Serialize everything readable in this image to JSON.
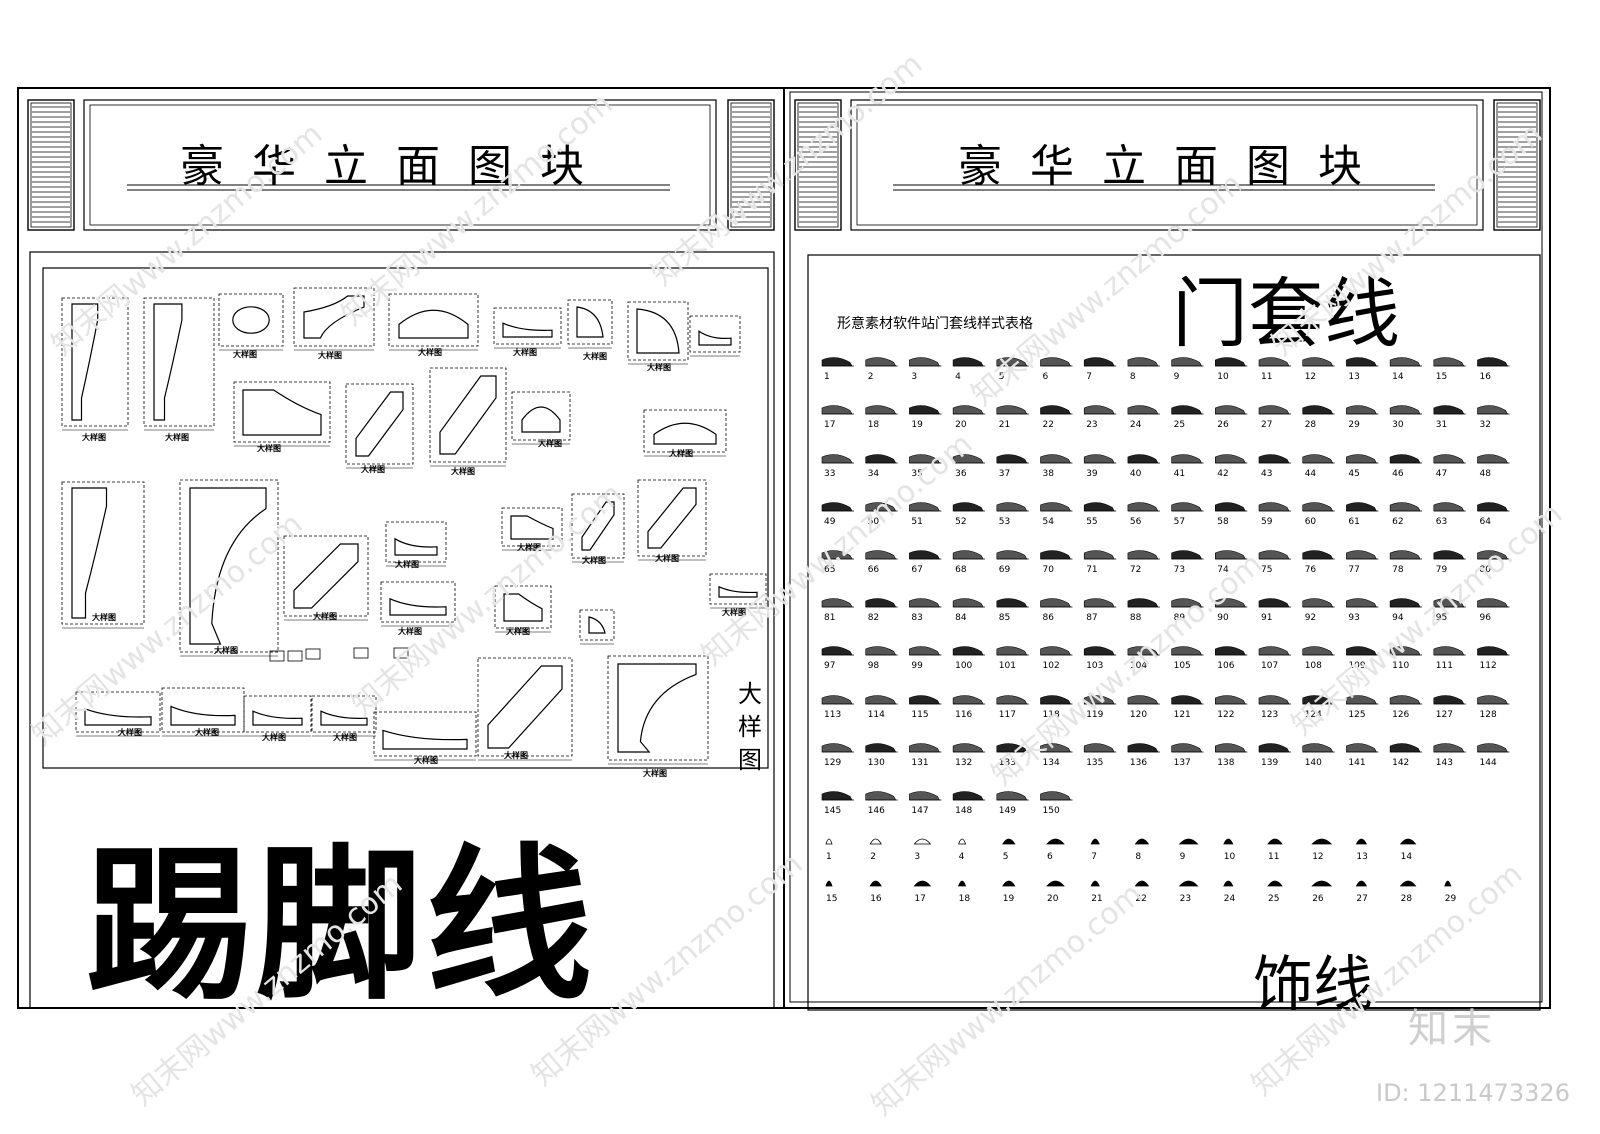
{
  "left_panel": {
    "title": "豪华立面图块",
    "detail_label": "大样图",
    "big_label": "踢脚线",
    "caption": "大样图"
  },
  "right_panel": {
    "title": "豪华立面图块",
    "door_heading": "门套线",
    "table_subtitle": "形意素材软件站门套线样式表格",
    "door_numbers": [
      "1",
      "2",
      "3",
      "4",
      "5",
      "6",
      "7",
      "8",
      "9",
      "10",
      "11",
      "12",
      "13",
      "14",
      "15",
      "16",
      "17",
      "18",
      "19",
      "20",
      "21",
      "22",
      "23",
      "24",
      "25",
      "26",
      "27",
      "28",
      "29",
      "30",
      "31",
      "32",
      "33",
      "34",
      "35",
      "36",
      "37",
      "38",
      "39",
      "40",
      "41",
      "42",
      "43",
      "44",
      "45",
      "46",
      "47",
      "48",
      "49",
      "50",
      "51",
      "52",
      "53",
      "54",
      "55",
      "56",
      "57",
      "58",
      "59",
      "60",
      "61",
      "62",
      "63",
      "64",
      "65",
      "66",
      "67",
      "68",
      "69",
      "70",
      "71",
      "72",
      "73",
      "74",
      "75",
      "76",
      "77",
      "78",
      "79",
      "80",
      "81",
      "82",
      "83",
      "84",
      "85",
      "86",
      "87",
      "88",
      "89",
      "90",
      "91",
      "92",
      "93",
      "94",
      "95",
      "96",
      "97",
      "98",
      "99",
      "100",
      "101",
      "102",
      "103",
      "104",
      "105",
      "106",
      "107",
      "108",
      "109",
      "110",
      "111",
      "112",
      "113",
      "114",
      "115",
      "116",
      "117",
      "118",
      "119",
      "120",
      "121",
      "122",
      "123",
      "124",
      "125",
      "126",
      "127",
      "128",
      "129",
      "130",
      "131",
      "132",
      "133",
      "134",
      "135",
      "136",
      "137",
      "138",
      "139",
      "140",
      "141",
      "142",
      "143",
      "144",
      "145",
      "146",
      "147",
      "148",
      "149",
      "150"
    ],
    "trim_numbers": [
      "1",
      "2",
      "3",
      "4",
      "5",
      "6",
      "7",
      "8",
      "9",
      "10",
      "11",
      "12",
      "13",
      "14",
      "15",
      "16",
      "17",
      "18",
      "19",
      "20",
      "21",
      "22",
      "23",
      "24",
      "25",
      "26",
      "27",
      "28",
      "29"
    ],
    "trim_heading": "饰线"
  },
  "watermark": {
    "logo_text": "知末",
    "id_text": "ID: 1211473326",
    "repeat_text": "知末网www.znzmo.com"
  }
}
